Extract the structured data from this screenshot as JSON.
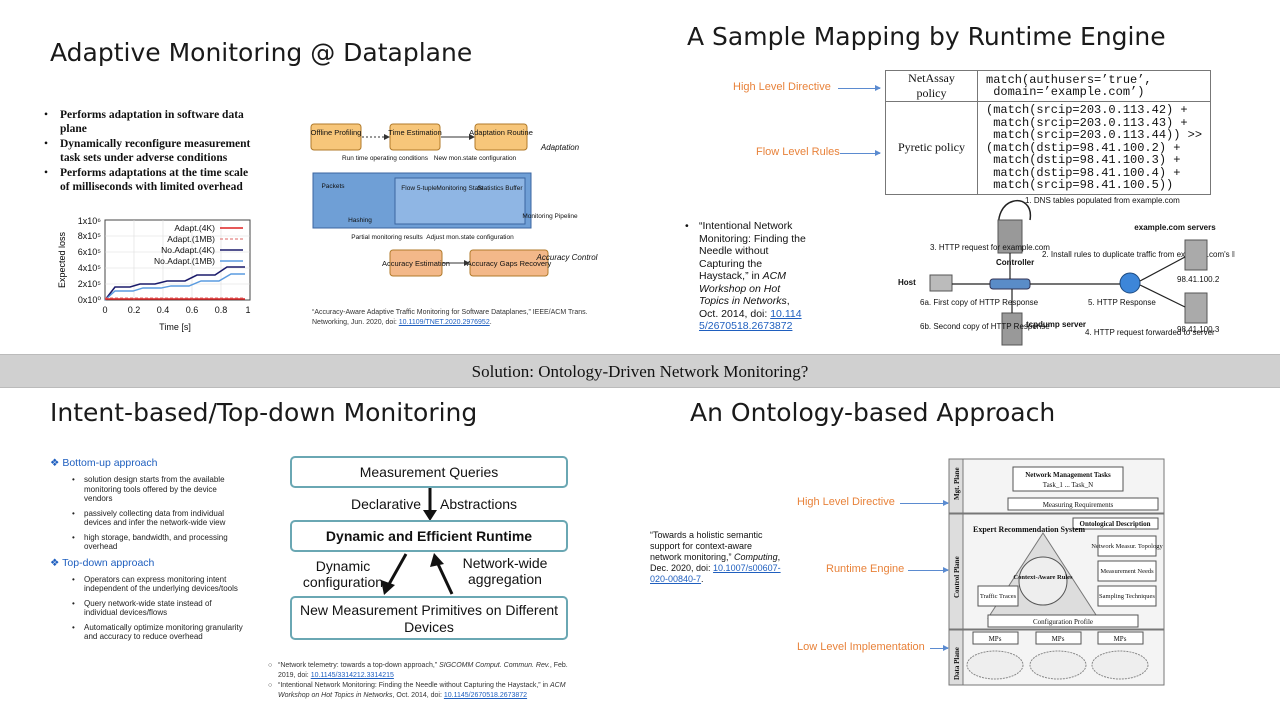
{
  "q1": {
    "title": "Adaptive Monitoring @ Dataplane",
    "bullets": [
      "Performs adaptation in software data plane",
      "Dynamically reconfigure measurement task sets under adverse conditions",
      "Performs adaptations at the time scale of milliseconds with limited overhead"
    ],
    "plot": {
      "ylabel": "Expected loss",
      "xlabel": "Time [s]",
      "yticks": [
        "0x10⁰",
        "2x10⁵",
        "4x10⁵",
        "6x10⁵",
        "8x10⁵",
        "1x10⁶"
      ],
      "xticks": [
        "0",
        "0.2",
        "0.4",
        "0.6",
        "0.8",
        "1"
      ],
      "legend": [
        "Adapt.(4K)",
        "Adapt.(1MB)",
        "No.Adapt.(4K)",
        "No.Adapt.(1MB)"
      ]
    },
    "diagram": {
      "offline": "Offline Profiling",
      "time_est": "Time Estimation",
      "adapt_routine": "Adaptation Routine",
      "adaptation": "Adaptation",
      "runtime_cond": "Run time operating conditions",
      "new_mon": "New mon.state configuration",
      "packets": "Packets",
      "hashing": "Hashing",
      "flow": "Flow 5-tuple",
      "mon_state": "Monitoring State",
      "stats": "Statistics Buffer",
      "pipeline": "Monitoring Pipeline",
      "partial": "Partial monitoring results",
      "adjust": "Adjust mon.state configuration",
      "acc_est": "Accuracy Estimation",
      "acc_gaps": "Accuracy Gaps Recovery",
      "acc_ctrl": "Accuracy Control"
    },
    "cite_text": "“Accuracy-Aware Adaptive Traffic Monitoring for Software Dataplanes,” IEEE/ACM Trans. Networking, Jun. 2020, doi: ",
    "cite_doi": "10.1109/TNET.2020.2976952",
    "cite_end": "."
  },
  "q2": {
    "title": "A Sample Mapping by Runtime Engine",
    "high_level": "High Level Directive",
    "flow_level": "Flow Level Rules",
    "netassay_label": "NetAssay policy",
    "netassay_code": "match(authusers=’true’,\n domain=’example.com’)",
    "pyretic_label": "Pyretic policy",
    "pyretic_code": "(match(srcip=203.0.113.42) +\n match(srcip=203.0.113.43) +\n match(srcip=203.0.113.44)) >>\n(match(dstip=98.41.100.2) +\n match(dstip=98.41.100.3) +\n match(dstip=98.41.100.4) +\n match(srcip=98.41.100.5))",
    "cite_a": "“Intentional Network Monitoring: Finding the Needle without Capturing the Haystack,” in ",
    "cite_venue": "ACM Workshop on Hot Topics in Networks",
    "cite_b": ", Oct. 2014, doi: ",
    "cite_doi": "10.1145/2670518.2673872",
    "net": {
      "dns": "1. DNS tables populated from example.com",
      "controller": "Controller",
      "http_req": "3. HTTP request for example.com",
      "install": "2. Install rules to duplicate traffic from example.com's IPs",
      "servers": "example.com servers",
      "ip2": "98.41.100.2",
      "ip3": "98.41.100.3",
      "host": "Host",
      "first_copy": "6a. First copy of HTTP Response",
      "second_copy": "6b. Second copy of HTTP Response",
      "tcpdump": "tcpdump server",
      "http_resp": "5. HTTP Response",
      "fwd": "4. HTTP request forwarded to server"
    }
  },
  "banner": "Solution: Ontology-Driven Network Monitoring?",
  "q3": {
    "title": "Intent-based/Top-down Monitoring",
    "bottom_up": "Bottom-up approach",
    "bottom_items": [
      "solution design starts from the available monitoring tools offered by the device vendors",
      "passively collecting data from individual devices and infer the network-wide view",
      "high storage, bandwidth, and processing overhead"
    ],
    "top_down": "Top-down approach",
    "top_items": [
      "Operators can express monitoring intent independent of the underlying devices/tools",
      "Query network-wide state instead of individual devices/flows",
      "Automatically optimize monitoring granularity and accuracy to reduce overhead"
    ],
    "mq": "Measurement Queries",
    "declarative": "Declarative",
    "abstractions": "Abstractions",
    "runtime": "Dynamic and Efficient Runtime",
    "dyn_conf": "Dynamic configuration",
    "nw_agg": "Network-wide aggregation",
    "primitives": "New Measurement Primitives on Different Devices",
    "cite1_a": "“Network telemetry: towards a top-down approach,” ",
    "cite1_venue": "SIGCOMM Comput. Commun. Rev.",
    "cite1_b": ", Feb. 2019, doi: ",
    "cite1_doi": "10.1145/3314212.3314215",
    "cite2_a": "“Intentional Network Monitoring: Finding the Needle without Capturing the Haystack,” in ",
    "cite2_venue": "ACM Workshop on Hot Topics in Networks",
    "cite2_b": ", Oct. 2014, doi: ",
    "cite2_doi": "10.1145/2670518.2673872"
  },
  "q4": {
    "title": "An Ontology-based Approach",
    "cite_a": "“Towards a holistic semantic support for context-aware network monitoring,” ",
    "cite_venue": "Computing",
    "cite_b": ", Dec. 2020, doi: ",
    "cite_doi": "10.1007/s00607-020-00840-7",
    "high_level": "High Level Directive",
    "runtime": "Runtime Engine",
    "low_level": "Low Level Implementation",
    "mgt_plane": "Mgt. Plane",
    "ctrl_plane": "Control Plane",
    "data_plane": "Data Plane",
    "nmt": "Network Management Tasks",
    "tasks": "Task_1 ... Task_N",
    "meas_req": "Measuring Requirements",
    "onto": "Ontological Description",
    "expert": "Expert Recommendation System",
    "nmtopo": "Network Measur. Topology",
    "meas_needs": "Measurement Needs",
    "context": "Context-Aware Rules",
    "traffic": "Traffic Traces",
    "sampling": "Sampling Techniques",
    "config": "Configuration Profile",
    "mps": "MPs"
  },
  "colors": {
    "accent_orange": "#e8823a",
    "link_blue": "#1f5fbf",
    "teal_border": "#6aa7b3",
    "banner_gray": "#d0d0d0"
  }
}
